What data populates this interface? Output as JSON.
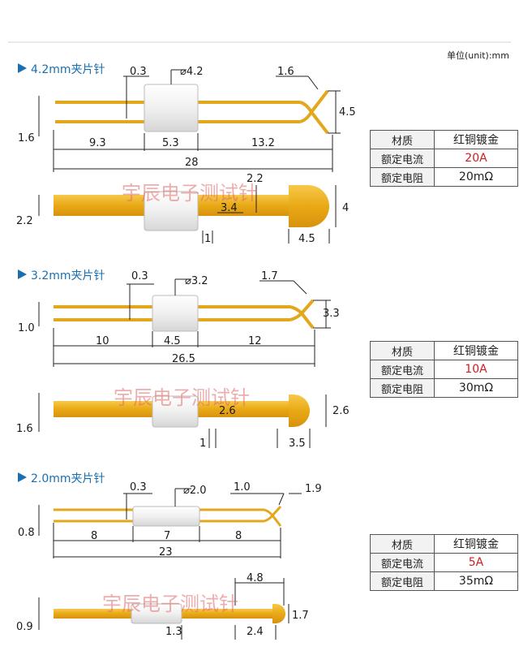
{
  "unit_label": "单位(unit):mm",
  "watermark": "宇辰电子测试针",
  "colors": {
    "gold": "#e9b21f",
    "gold_dark": "#c8901a",
    "title": "#1a6fb0",
    "value_red": "#d21c1c"
  },
  "sections": [
    {
      "title": "4.2mm夹片针",
      "diameter": "⌀4.2",
      "wire_gap": "0.3",
      "fork": "1.6",
      "spread": "4.5",
      "wire_offset": "1.6",
      "len_left": "9.3",
      "len_sleeve": "5.3",
      "len_right": "13.2",
      "total": "28",
      "tip_width": "2.2",
      "body_width": "2.2",
      "sleeve_face": "3.4",
      "tip_height": "4",
      "gap": "1",
      "tip_len": "4.5",
      "spec": {
        "k1": "材质",
        "v1": "红铜镀金",
        "k2": "额定电流",
        "v2": "20A",
        "k3": "额定电阻",
        "v3": "20mΩ"
      }
    },
    {
      "title": "3.2mm夹片针",
      "diameter": "⌀3.2",
      "wire_gap": "0.3",
      "fork": "1.7",
      "spread": "3.3",
      "wire_offset": "1.0",
      "len_left": "10",
      "len_sleeve": "4.5",
      "len_right": "12",
      "total": "26.5",
      "body_width": "1.6",
      "sleeve_face": "2.6",
      "tip_height": "2.6",
      "gap": "1",
      "tip_len": "3.5",
      "spec": {
        "k1": "材质",
        "v1": "红铜镀金",
        "k2": "额定电流",
        "v2": "10A",
        "k3": "额定电阻",
        "v3": "30mΩ"
      }
    },
    {
      "title": "2.0mm夹片针",
      "diameter": "⌀2.0",
      "wire_gap": "0.3",
      "fork": "1.0",
      "spread": "1.9",
      "wire_offset": "0.8",
      "len_left": "8",
      "len_sleeve": "7",
      "len_right": "8",
      "total": "23",
      "tip_top": "4.8",
      "body_width": "0.9",
      "sleeve_len": "1.3",
      "tip_len": "2.4",
      "tip_height": "1.7",
      "spec": {
        "k1": "材质",
        "v1": "红铜镀金",
        "k2": "额定电流",
        "v2": "5A",
        "k3": "额定电阻",
        "v3": "35mΩ"
      }
    }
  ]
}
